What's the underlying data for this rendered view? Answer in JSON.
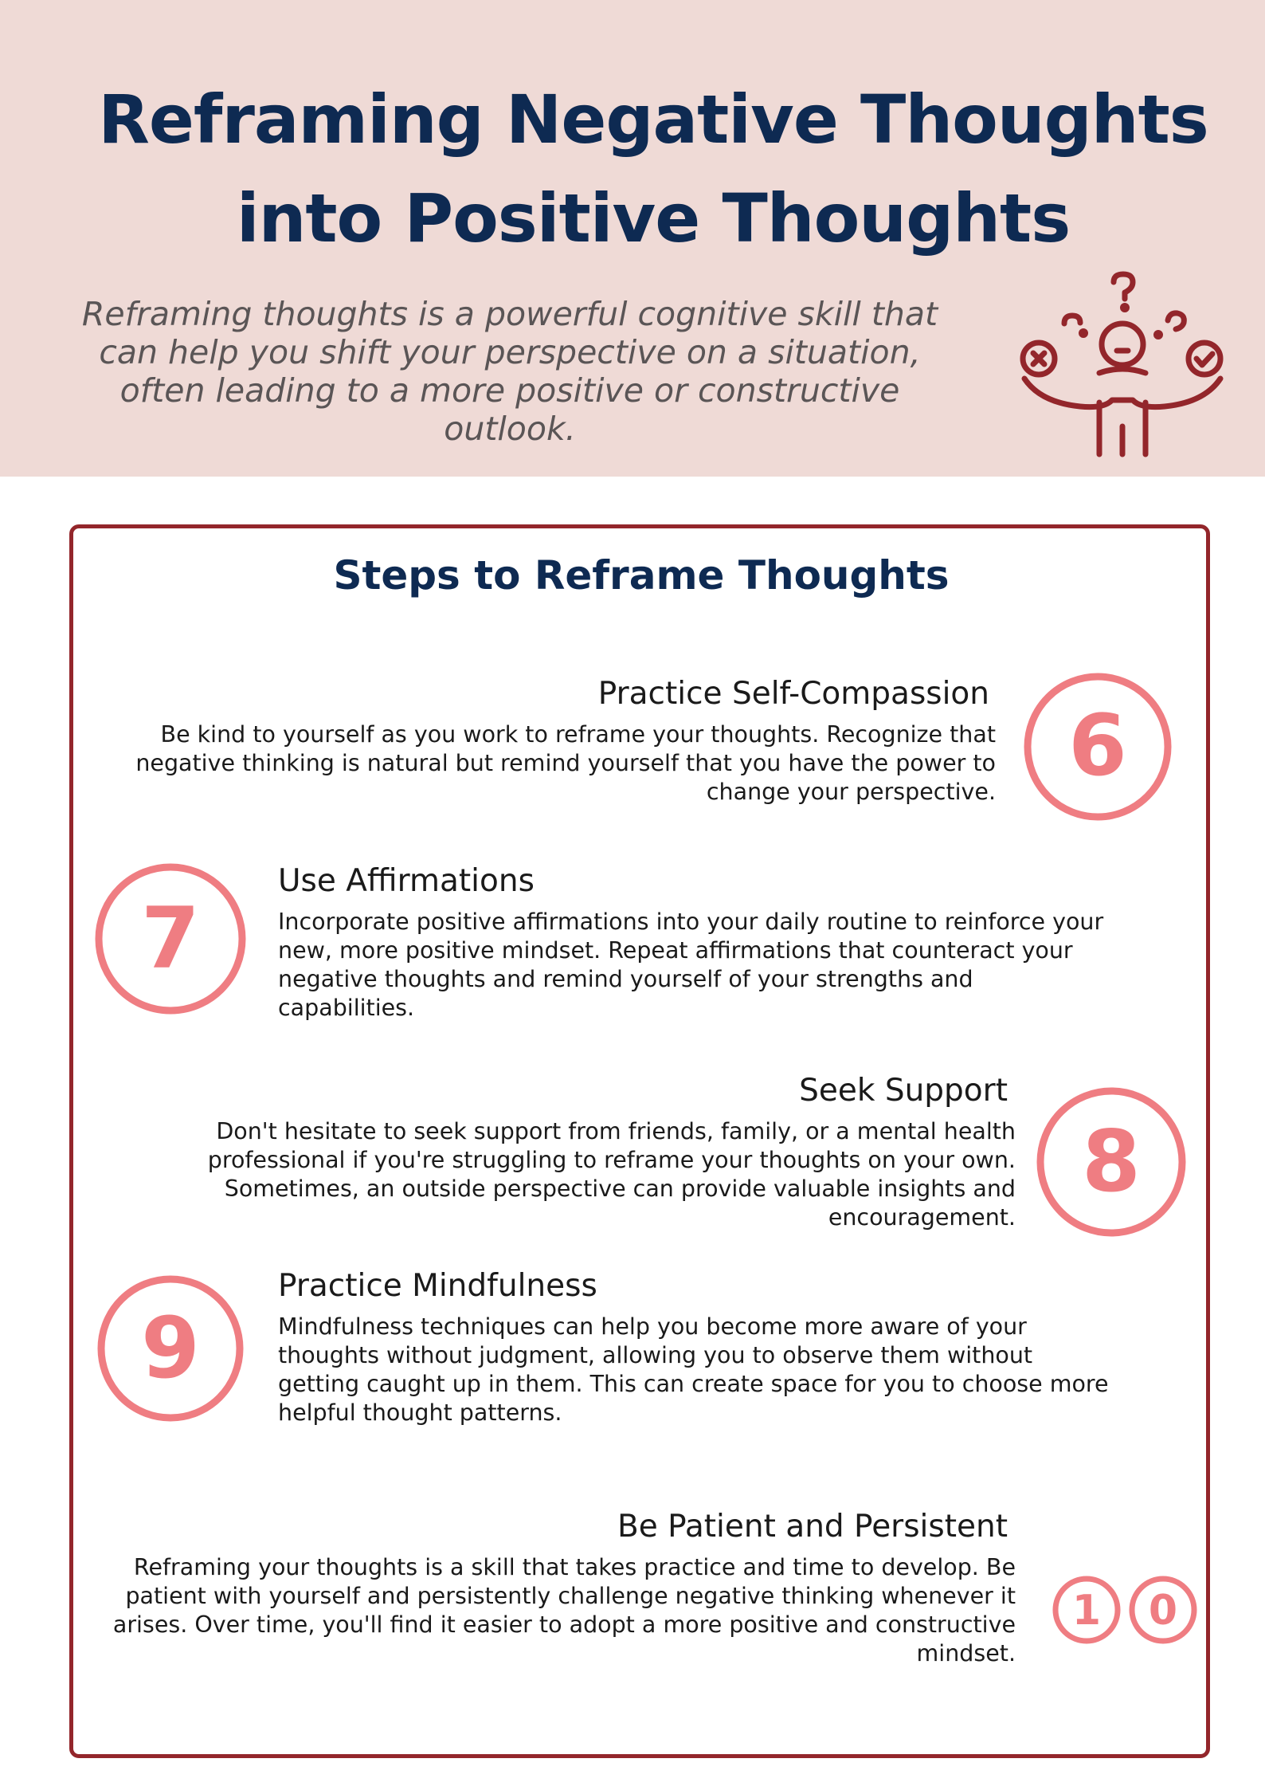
{
  "header": {
    "title_line1": "Reframing Negative Thoughts",
    "title_line2": "into Positive Thoughts",
    "subtitle": "Reframing thoughts is a powerful cognitive skill that can help you shift your perspective on a situation, often leading to a more positive or constructive outlook."
  },
  "steps_section": {
    "title": "Steps to Reframe Thoughts",
    "steps": [
      {
        "number": "6",
        "heading": "Practice Self-Compassion",
        "text": "Be kind to yourself as you work to reframe your thoughts. Recognize that negative thinking is natural but remind yourself that you have the power to change your perspective."
      },
      {
        "number": "7",
        "heading": "Use Affirmations",
        "text": "Incorporate positive affirmations into your daily routine to reinforce your new, more positive mindset. Repeat affirmations that counteract your negative thoughts and remind yourself of your strengths and capabilities."
      },
      {
        "number": "8",
        "heading": "Seek Support",
        "text": "Don't hesitate to seek support from friends, family, or a mental health professional if you're struggling to reframe your thoughts on your own. Sometimes, an outside perspective can provide valuable insights and encouragement."
      },
      {
        "number": "9",
        "heading": "Practice Mindfulness",
        "text": "Mindfulness techniques can help you become more aware of your thoughts without judgment, allowing you to observe them without getting caught up in them. This can create space for you to choose more helpful thought patterns."
      },
      {
        "number": "10",
        "digit1": "1",
        "digit2": "0",
        "heading": "Be Patient and Persistent",
        "text": "Reframing your thoughts is a skill that takes practice and time to develop. Be patient with yourself and persistently challenge negative thinking whenever it arises. Over time, you'll find it easier to adopt a more positive and constructive mindset."
      }
    ]
  },
  "colors": {
    "header_bg": "#efdad6",
    "title": "#0e2a52",
    "accent_border": "#93262b",
    "number_pink": "#ef7d82"
  },
  "icons": {
    "header_illustration": "confused-person-icon"
  }
}
